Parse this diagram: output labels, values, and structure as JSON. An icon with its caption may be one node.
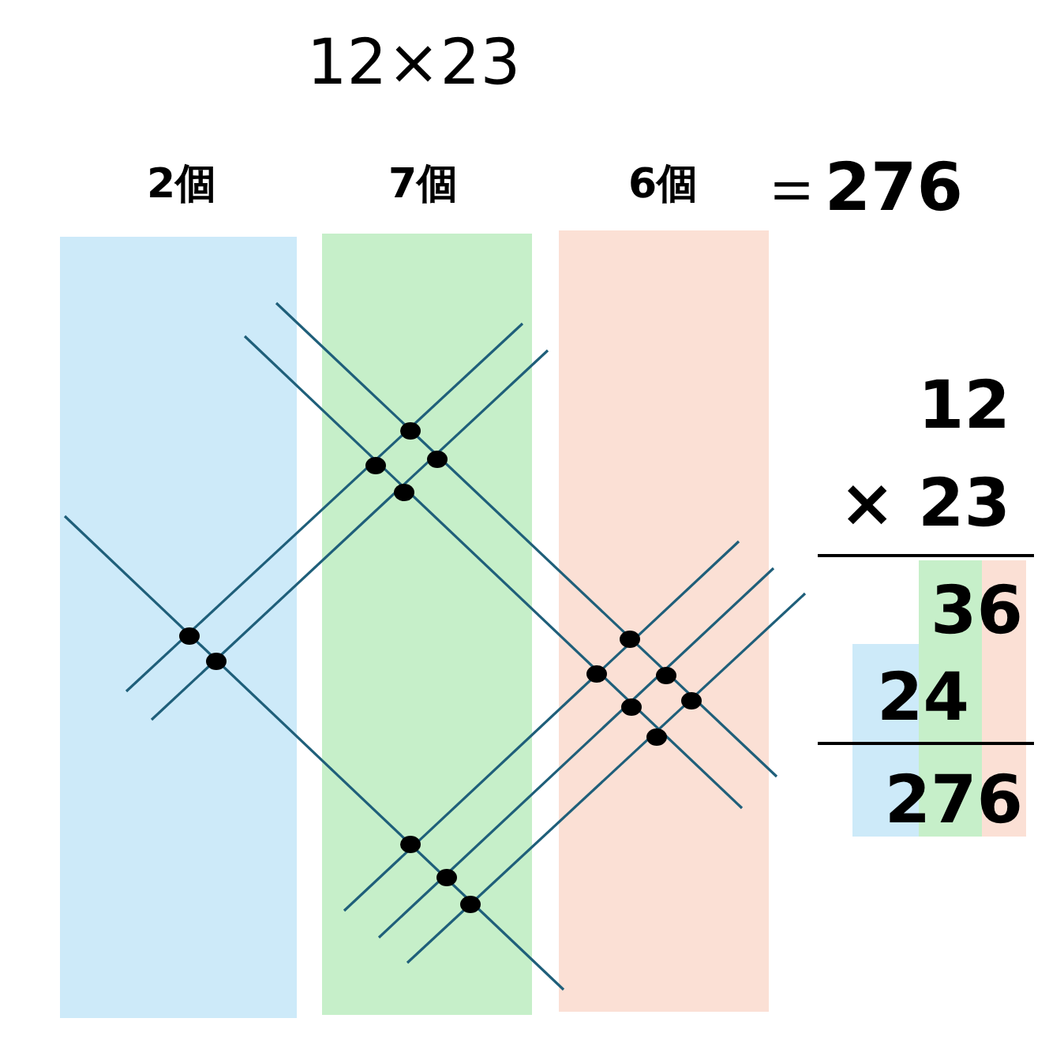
{
  "diagram": {
    "title": "12×23",
    "nodes": [
      {
        "text": [
          "2個"
        ]
      },
      {
        "text": [
          "7個"
        ]
      },
      {
        "text": [
          "6個"
        ]
      }
    ],
    "labels": [
      "＝**276**",
      "12",
      "× 23",
      "36",
      "24",
      "276"
    ]
  }
}
